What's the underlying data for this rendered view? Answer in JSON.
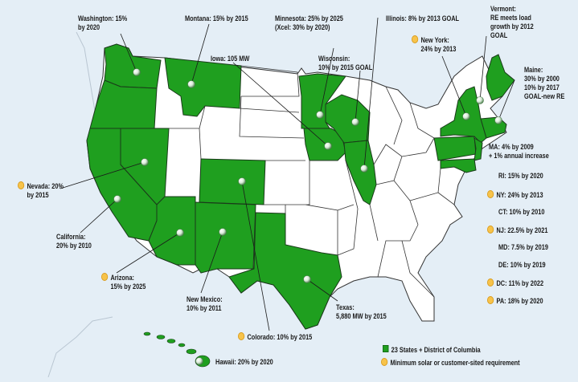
{
  "colors": {
    "background": "#e4eef6",
    "rps_state": "#1f9f1f",
    "other_state": "#ffffff",
    "outline": "#333333",
    "marker": "#f7c34a",
    "leader": "#1a1a1a"
  },
  "states_with_standards": [
    "Washington",
    "Oregon",
    "California",
    "Nevada",
    "Arizona",
    "Montana",
    "Colorado",
    "New Mexico",
    "Texas",
    "Minnesota",
    "Iowa",
    "Wisconsin",
    "Illinois",
    "New York",
    "Pennsylvania",
    "New Jersey",
    "Maryland",
    "Delaware",
    "Massachusetts",
    "Rhode Island",
    "Connecticut",
    "Maine",
    "Hawaii",
    "District of Columbia"
  ],
  "labels": {
    "washington": [
      "Washington: 15%",
      "by 2020"
    ],
    "montana": [
      "Montana: 15% by 2015"
    ],
    "minnesota": [
      "Minnesota: 25% by 2025",
      "(Xcel: 30% by 2020)"
    ],
    "illinois": [
      "Illinois: 8% by 2013 GOAL"
    ],
    "vermont": [
      "Vermont:",
      "RE meets load",
      "growth by 2012",
      "GOAL"
    ],
    "new_york_top": [
      "New York:",
      "24% by 2013"
    ],
    "iowa": [
      "Iowa: 105 MW"
    ],
    "wisconsin": [
      "Wisconsin:",
      "10% by 2015 GOAL"
    ],
    "maine": [
      "Maine:",
      "30% by 2000",
      "10% by 2017",
      "GOAL-new RE"
    ],
    "nevada": [
      "Nevada: 20%",
      "by 2015"
    ],
    "california": [
      "California:",
      "20% by 2010"
    ],
    "arizona": [
      "Arizona:",
      "15% by 2025"
    ],
    "new_mexico": [
      "New Mexico:",
      "10% by 2011"
    ],
    "texas": [
      "Texas:",
      "5,880 MW by 2015"
    ],
    "colorado": [
      "Colorado: 10% by 2015"
    ],
    "hawaii": [
      "Hawaii: 20% by 2020"
    ]
  },
  "east_list": [
    {
      "text": [
        "MA: 4% by 2009",
        "+ 1% annual increase"
      ],
      "marker": false
    },
    {
      "text": [
        "RI: 15% by 2020"
      ],
      "marker": false
    },
    {
      "text": [
        "NY: 24% by 2013"
      ],
      "marker": true
    },
    {
      "text": [
        "CT: 10% by 2010"
      ],
      "marker": false
    },
    {
      "text": [
        "NJ: 22.5% by 2021"
      ],
      "marker": true
    },
    {
      "text": [
        "MD: 7.5% by 2019"
      ],
      "marker": false
    },
    {
      "text": [
        "DE: 10% by 2019"
      ],
      "marker": false
    },
    {
      "text": [
        "DC: 11% by 2022"
      ],
      "marker": true
    },
    {
      "text": [
        "PA: 18% by 2020"
      ],
      "marker": true
    }
  ],
  "legend": {
    "rps": "23 States + District of Columbia",
    "solar": "Minimum solar or customer-sited requirement"
  },
  "solar_marker_states": [
    "New York",
    "Nevada",
    "Arizona",
    "Colorado",
    "New Jersey",
    "District of Columbia",
    "Pennsylvania"
  ]
}
